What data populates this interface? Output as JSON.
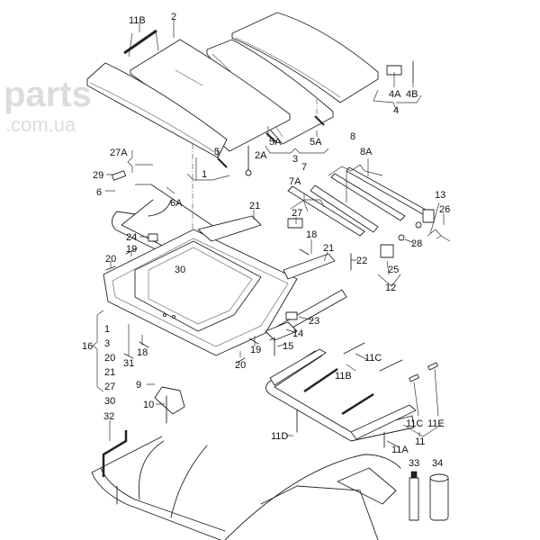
{
  "watermark": {
    "brand": "parts",
    "domain": ".com.ua"
  },
  "callouts": [
    {
      "id": "11B",
      "text": "11B"
    },
    {
      "id": "2",
      "text": "2"
    },
    {
      "id": "4A",
      "text": "4A"
    },
    {
      "id": "4B",
      "text": "4B"
    },
    {
      "id": "4",
      "text": "4"
    },
    {
      "id": "5A_left",
      "text": "5A"
    },
    {
      "id": "5A_right",
      "text": "5A"
    },
    {
      "id": "3",
      "text": "3"
    },
    {
      "id": "2A",
      "text": "2A"
    },
    {
      "id": "5",
      "text": "5"
    },
    {
      "id": "1",
      "text": "1"
    },
    {
      "id": "27A",
      "text": "27A"
    },
    {
      "id": "29",
      "text": "29"
    },
    {
      "id": "6",
      "text": "6"
    },
    {
      "id": "6A",
      "text": "6A"
    },
    {
      "id": "7",
      "text": "7"
    },
    {
      "id": "7A",
      "text": "7A"
    },
    {
      "id": "8",
      "text": "8"
    },
    {
      "id": "8A",
      "text": "8A"
    },
    {
      "id": "13",
      "text": "13"
    },
    {
      "id": "26",
      "text": "26"
    },
    {
      "id": "21_top",
      "text": "21"
    },
    {
      "id": "27",
      "text": "27"
    },
    {
      "id": "18_top",
      "text": "18"
    },
    {
      "id": "21_mid",
      "text": "21"
    },
    {
      "id": "24",
      "text": "24"
    },
    {
      "id": "19_top",
      "text": "19"
    },
    {
      "id": "20_top",
      "text": "20"
    },
    {
      "id": "22",
      "text": "22"
    },
    {
      "id": "28",
      "text": "28"
    },
    {
      "id": "25",
      "text": "25"
    },
    {
      "id": "12",
      "text": "12"
    },
    {
      "id": "30",
      "text": "30"
    },
    {
      "id": "23",
      "text": "23"
    },
    {
      "id": "14",
      "text": "14"
    },
    {
      "id": "15",
      "text": "15"
    },
    {
      "id": "16",
      "text": "16"
    },
    {
      "id": "31",
      "text": "31"
    },
    {
      "id": "18_bot",
      "text": "18"
    },
    {
      "id": "19_bot",
      "text": "19"
    },
    {
      "id": "20_bot",
      "text": "20"
    },
    {
      "id": "9",
      "text": "9"
    },
    {
      "id": "10",
      "text": "10"
    },
    {
      "id": "32",
      "text": "32"
    },
    {
      "id": "11C_top",
      "text": "11C"
    },
    {
      "id": "11B_bot",
      "text": "11B"
    },
    {
      "id": "11C_bot",
      "text": "11C"
    },
    {
      "id": "11E",
      "text": "11E"
    },
    {
      "id": "11",
      "text": "11"
    },
    {
      "id": "11D",
      "text": "11D"
    },
    {
      "id": "11A",
      "text": "11A"
    },
    {
      "id": "33",
      "text": "33"
    },
    {
      "id": "34",
      "text": "34"
    }
  ],
  "group_16_items": [
    "1",
    "3",
    "20",
    "21",
    "27",
    "30"
  ]
}
